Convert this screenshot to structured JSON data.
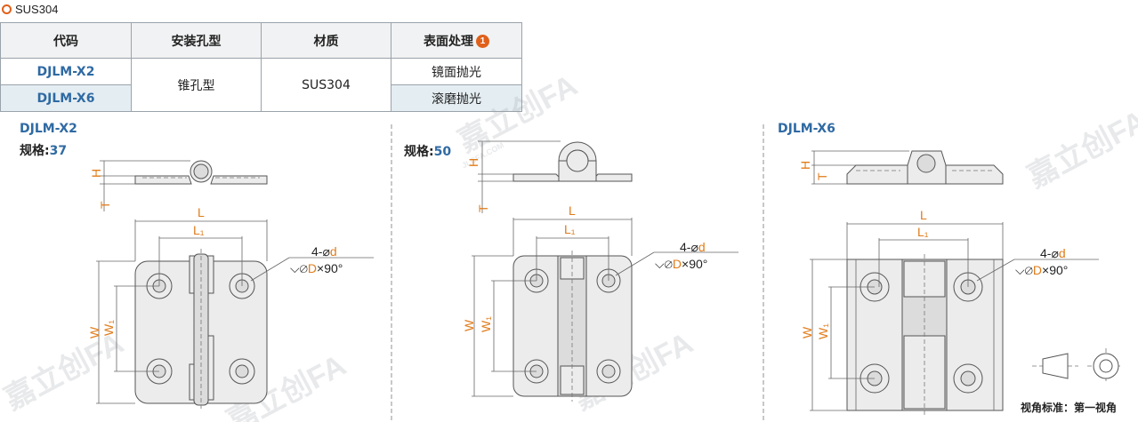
{
  "material_heading": "SUS304",
  "table": {
    "headers": [
      "代码",
      "安装孔型",
      "材质",
      "表面处理"
    ],
    "note_badge": "1",
    "rows": [
      {
        "code": "DJLM-X2",
        "finish": "镜面抛光"
      },
      {
        "code": "DJLM-X6",
        "finish": "滚磨抛光"
      }
    ],
    "hole_type": "锥孔型",
    "material": "SUS304"
  },
  "drawing_left": {
    "model": "DJLM-X2",
    "spec_label": "规格:",
    "spec_value": "37"
  },
  "drawing_mid": {
    "spec_label": "规格:",
    "spec_value": "50"
  },
  "drawing_right": {
    "model": "DJLM-X6"
  },
  "dims": {
    "H": "H",
    "T": "T",
    "L": "L",
    "L1": "L₁",
    "W": "W",
    "W1": "W₁",
    "hole_count": "4-",
    "d": "d",
    "D": "D",
    "countersink": "×90°"
  },
  "view_standard": "视角标准：第一视角",
  "watermark": "嘉立创FA",
  "watermark_sub": "JLCFA.COM",
  "colors": {
    "accent": "#e0601a",
    "code": "#2f6aa3",
    "dim_label": "#e07c1a"
  }
}
